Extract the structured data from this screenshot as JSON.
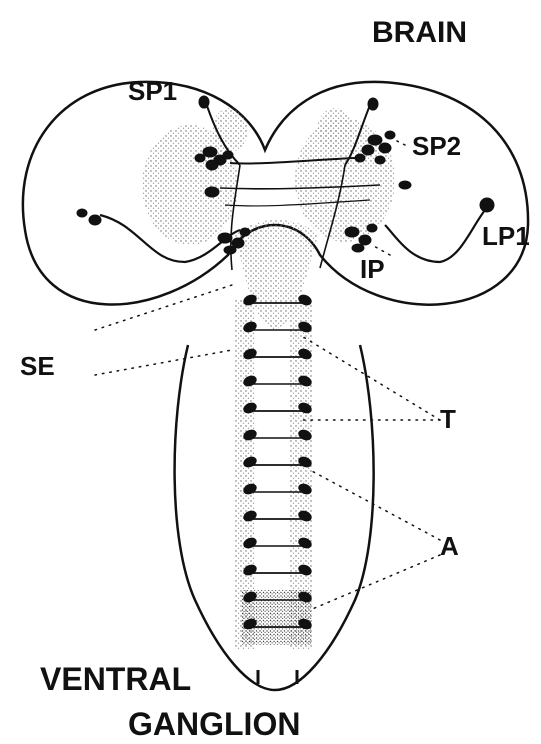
{
  "labels": {
    "brain": "BRAIN",
    "sp1": "SP1",
    "sp2": "SP2",
    "lp1": "LP1",
    "ip": "IP",
    "se": "SE",
    "t": "T",
    "a": "A",
    "ventral": "VENTRAL",
    "ganglion": "GANGLION"
  },
  "colors": {
    "ink": "#111111",
    "stipple": "#777777",
    "background": "#ffffff"
  }
}
